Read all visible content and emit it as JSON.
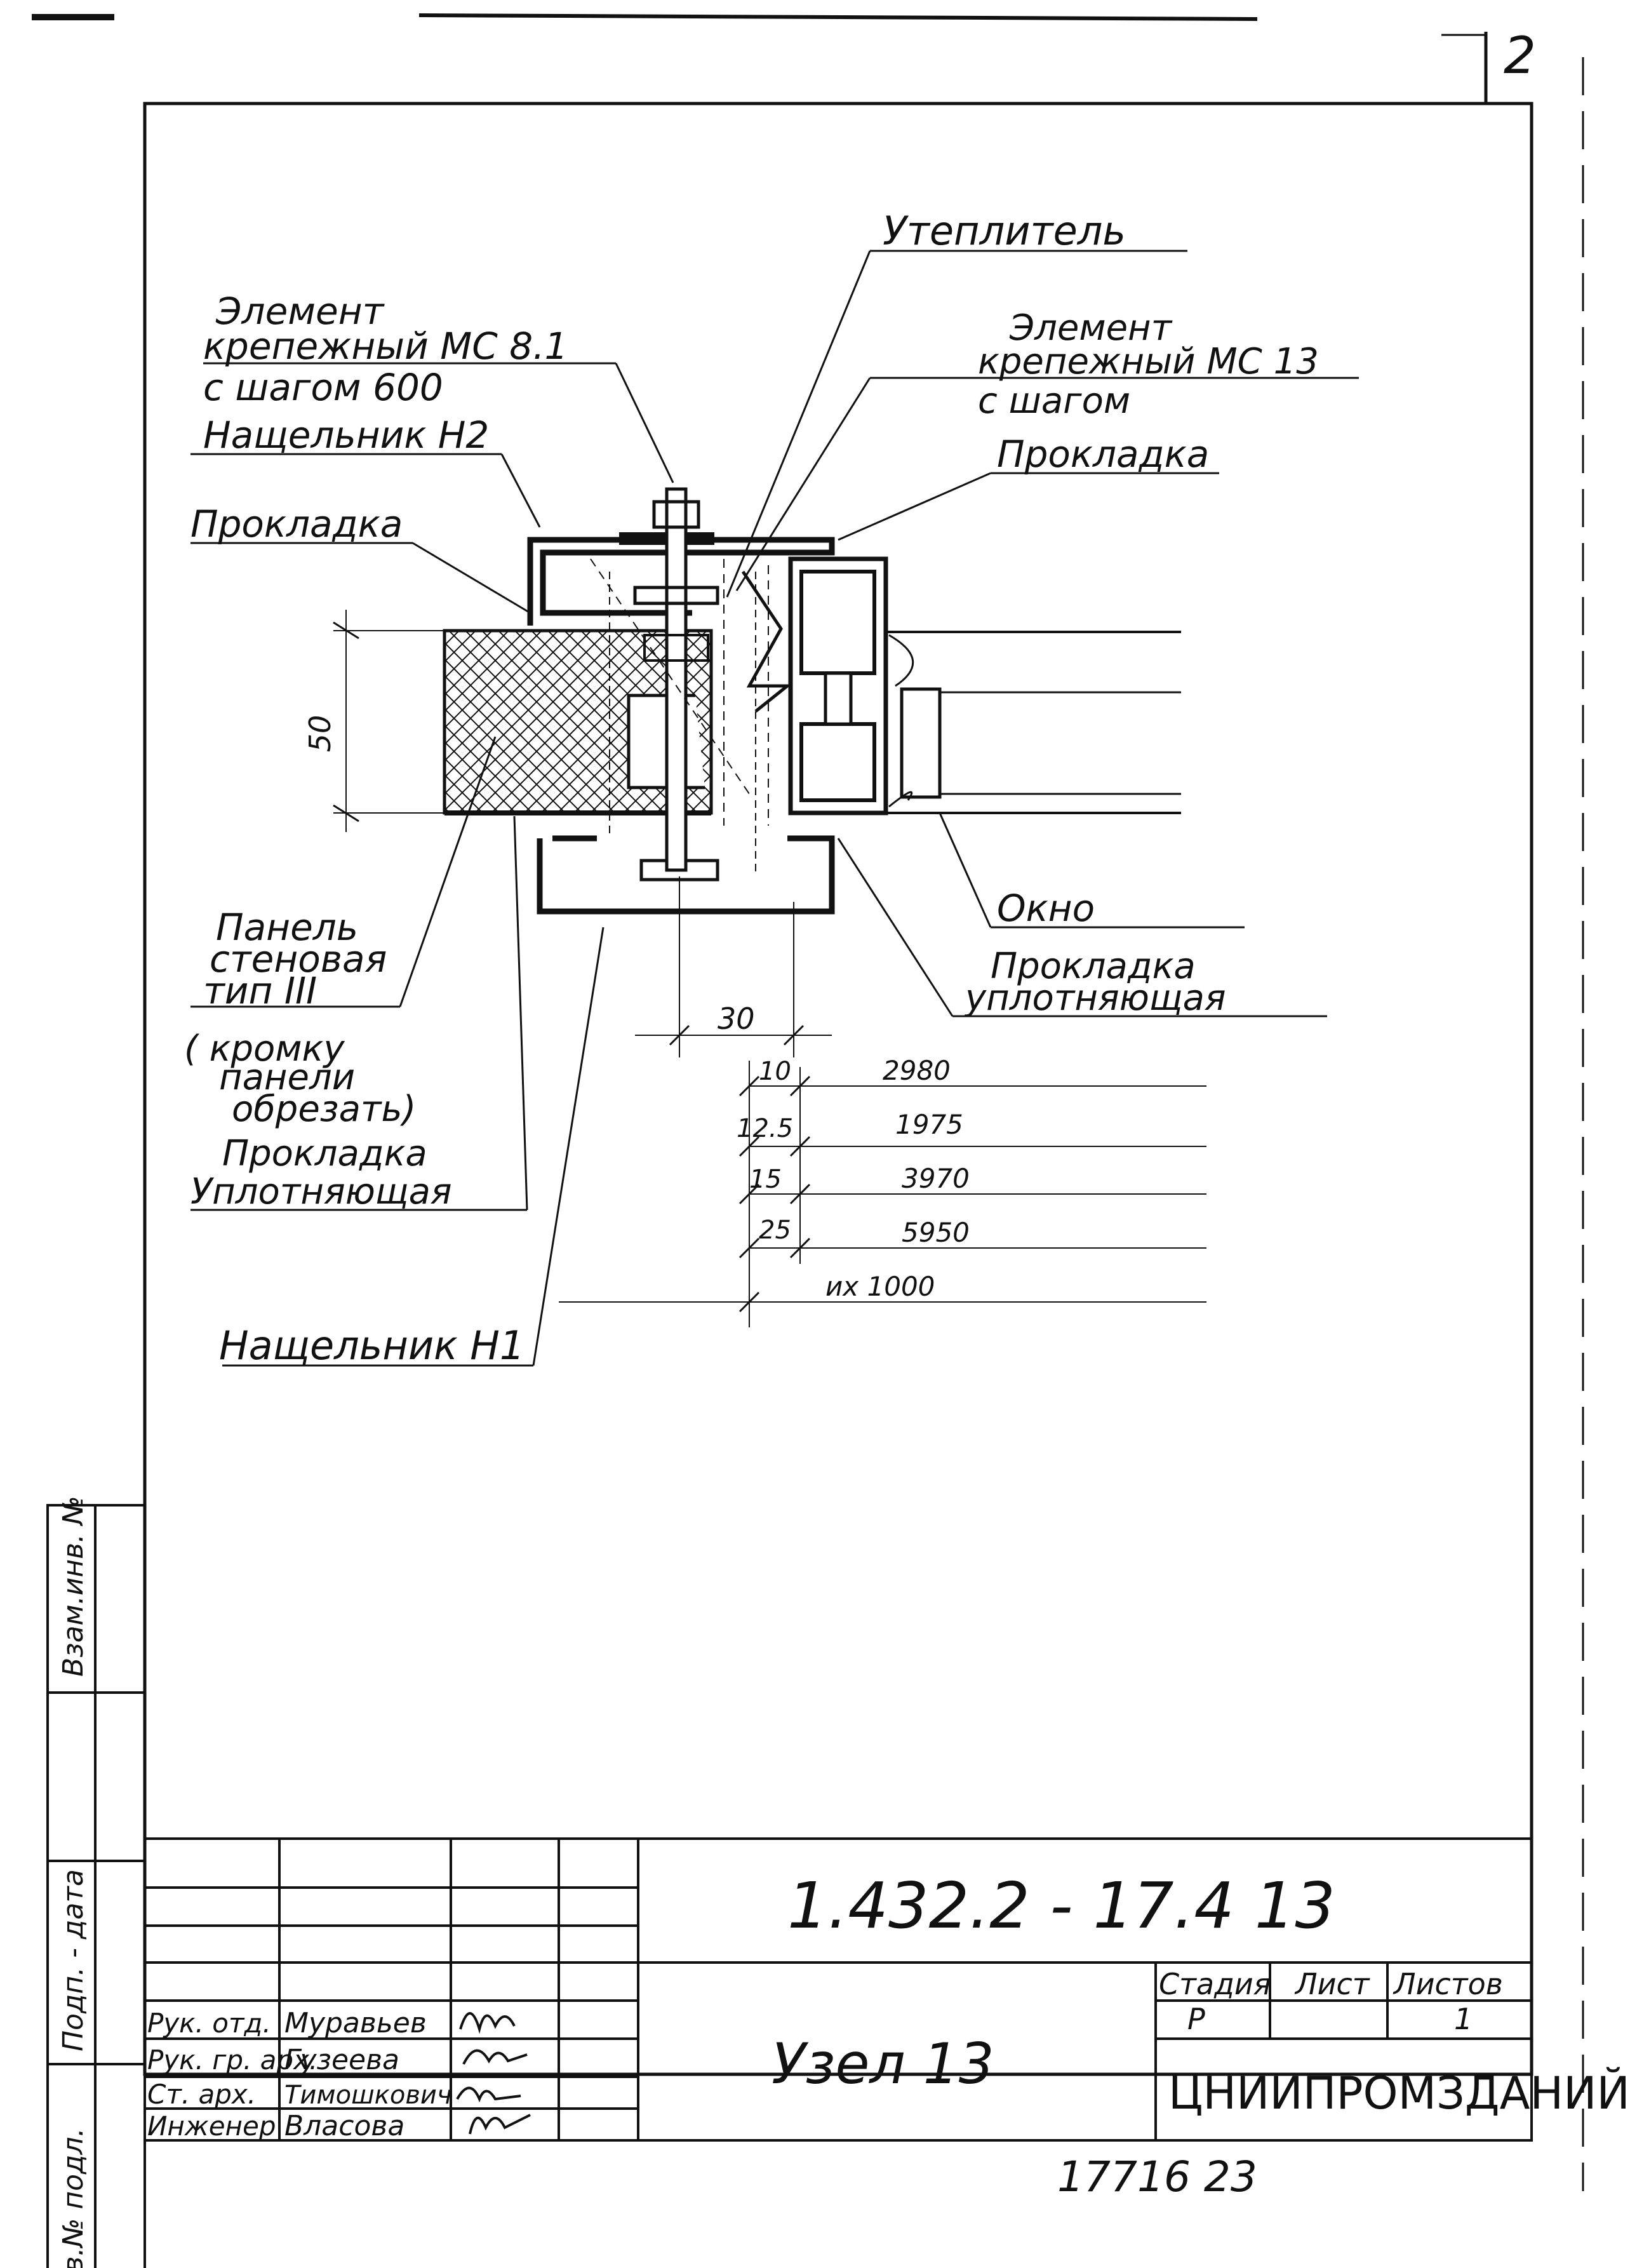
{
  "corner_mark": "2",
  "labels": {
    "insulation": "Утеплитель",
    "fastener_left_1": "Элемент",
    "fastener_left_2": "крепежный  МС 8.1",
    "fastener_left_3": "с  шагом  600",
    "cover_strip_h2": "Нащельник  Н2",
    "gasket_left": "Прокладка",
    "fastener_right_1": "Элемент",
    "fastener_right_2": "крепежный  МС 13",
    "fastener_right_3": "с  шагом",
    "gasket_right": "Прокладка",
    "window": "Окно",
    "sealing_gasket_right_1": "Прокладка",
    "sealing_gasket_right_2": "уплотняющая",
    "panel_1": "Панель",
    "panel_2": "стеновая",
    "panel_3": "тип  III",
    "panel_4": "( кромку",
    "panel_5": "панели",
    "panel_6": "обрезать)",
    "panel_7": "Прокладка",
    "panel_8": "Уплотняющая",
    "cover_strip_h1": "Нащельник Н1"
  },
  "dimensions": {
    "panel_height": "50",
    "offset": "30",
    "rows": [
      {
        "a": "10",
        "b": "2980"
      },
      {
        "a": "12.5",
        "b": "1975"
      },
      {
        "a": "15",
        "b": "3970"
      },
      {
        "a": "25",
        "b": "5950"
      }
    ],
    "footer_text": "их  1000"
  },
  "side_stamp": {
    "cell_1": "Взам.инв. №",
    "cell_2": "Подп. - дата",
    "cell_3": "Инв.№ подл."
  },
  "title_block": {
    "document_code": "1.432.2 - 17.4   13",
    "title": "Узел 13",
    "stage_header": "Стадия",
    "sheet_header": "Лист",
    "sheets_header": "Листов",
    "stage": "Р",
    "sheet": "",
    "sheets": "1",
    "organization": "ЦНИИПРОМЗДАНИЙ",
    "roles": [
      "Рук. отд.",
      "Рук. гр. арх.",
      "Ст. арх.",
      "Инженер"
    ],
    "names": [
      "Муравьев",
      "Гузеева",
      "Тимошкович",
      "Власова"
    ],
    "inventory": "17716   23"
  }
}
